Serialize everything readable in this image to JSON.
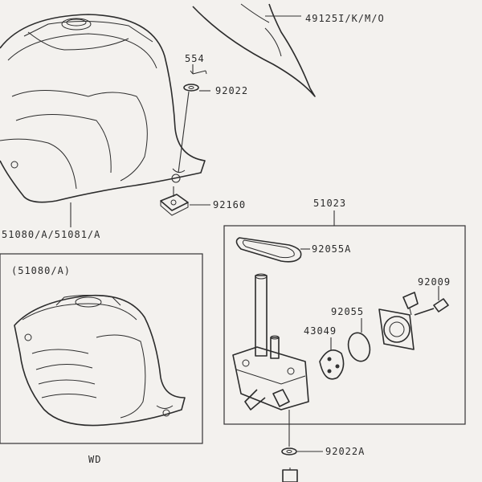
{
  "labels": {
    "top_right": "49125I/K/M/O",
    "bolt_554": "554",
    "washer_top": "92022",
    "tank_main": "51080/A/51081/A",
    "damper": "92160",
    "fuel_tap": "51023",
    "gasket_a": "92055A",
    "screw": "92009",
    "oring": "92055",
    "diaphragm": "43049",
    "washer_bottom": "92022A",
    "inset_title": "(51080/A)",
    "inset_caption": "WD"
  }
}
